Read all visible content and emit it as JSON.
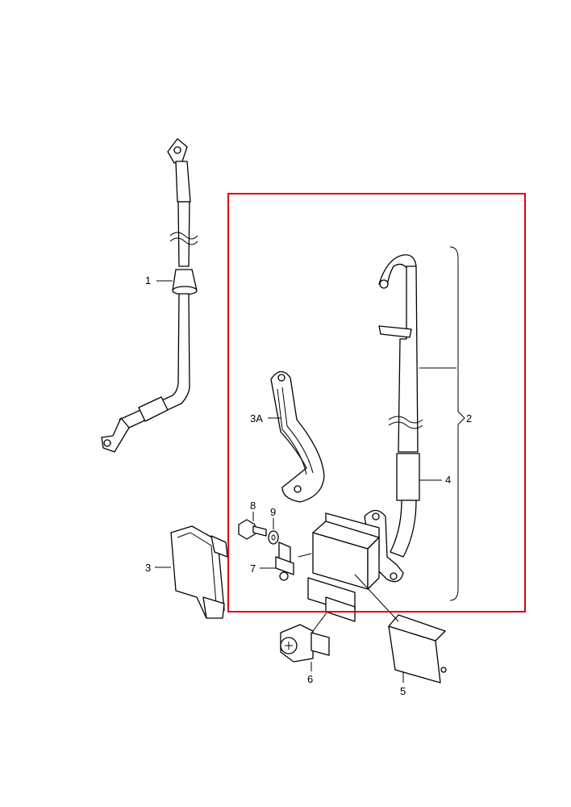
{
  "diagram": {
    "labels": {
      "p1": "1",
      "p2": "2",
      "p3": "3",
      "p3a": "3A",
      "p4": "4",
      "p5": "5",
      "p6": "6",
      "p7": "7",
      "p8": "8",
      "p9": "9"
    },
    "highlight_color": "#e3000f"
  }
}
